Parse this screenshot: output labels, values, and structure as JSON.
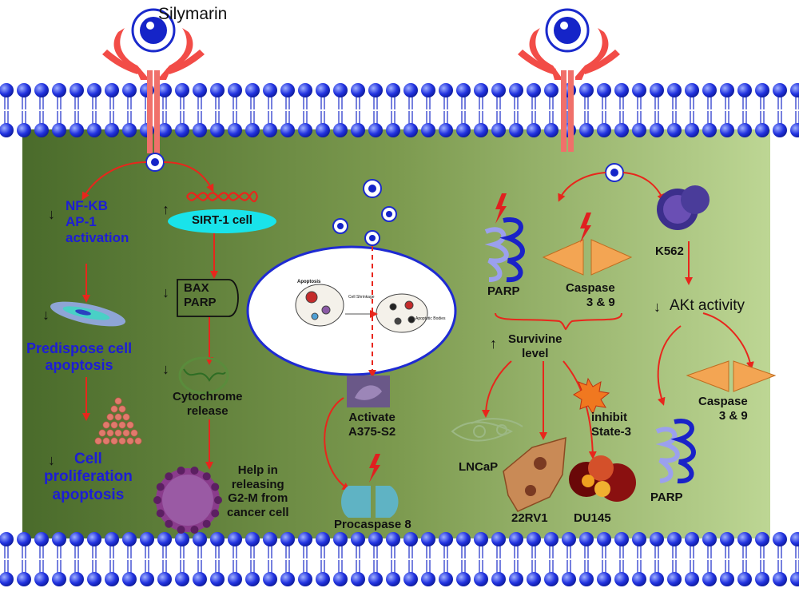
{
  "title": "Silymarin",
  "colors": {
    "cell_left": "#4a6e2a",
    "cell_right": "#b9d190",
    "lipid_head": "#1a2adf",
    "receptor": "#f2504a",
    "arrow": "#e8261c",
    "sirt_ellipse": "#19e3ea",
    "caspase": "#f3a553"
  },
  "left_pathway": {
    "nfkb": "NF-KB\nAP-1\nactivation",
    "predispose": "Predispose cell\napoptosis",
    "proliferation": "Cell\nproliferation\napoptosis",
    "sirt": "SIRT-1 cell",
    "bax": "BAX\nPARP",
    "cytochrome": "Cytochrome\nrelease",
    "g2m": "Help in\nreleasing\nG2-M from\ncancer cell"
  },
  "center_pathway": {
    "apoptosis_panel": {
      "title": "Apoptosis",
      "shrinkage": "Cell Shrinkage",
      "bodies": "Apoptotic Bodies"
    },
    "activate": "Activate\nA375-S2",
    "procaspase": "Procaspase 8"
  },
  "right_pathway": {
    "parp_top": "PARP",
    "caspase_top": "Caspase\n3 & 9",
    "k562": "K562",
    "akt": "AKt activity",
    "survivine": "Survivine\nlevel",
    "caspase_right": "Caspase\n3 & 9",
    "inhibit": "inhibit\nState-3",
    "lncap": "LNCaP",
    "rv1": "22RV1",
    "du145": "DU145",
    "parp_bottom": "PARP"
  },
  "arrows": {
    "down": "↓",
    "up": "↑"
  }
}
